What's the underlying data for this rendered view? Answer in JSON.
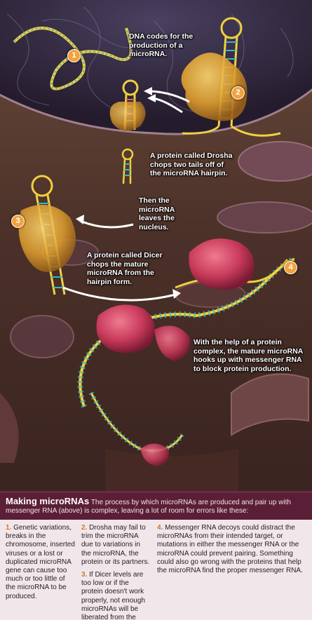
{
  "captions": {
    "step1": "DNA codes for the production of a microRNA.",
    "step2": "A protein called Drosha chops two tails off of the microRNA hairpin.",
    "step3": "Then the microRNA leaves the nucleus.",
    "step4": "A protein called Dicer chops the mature microRNA from the hairpin form.",
    "step5": "With the help of a protein complex, the mature microRNA hooks up with messenger RNA to block protein production."
  },
  "badges": [
    "1",
    "2",
    "3",
    "4"
  ],
  "panel": {
    "title": "Making microRNAs",
    "intro": "The process by which microRNAs are produced and pair up with messenger RNA (above) is complex, leaving a lot of room for errors like these:",
    "errors": [
      {
        "num": "1.",
        "text": "Genetic variations, breaks in the chromosome, inserted viruses or a lost or duplicated microRNA gene can cause too much or too little of the microRNA to be produced."
      },
      {
        "num": "2.",
        "text": "Drosha may fail to trim the microRNA due to variations in the microRNA, the protein or its partners."
      },
      {
        "num": "3.",
        "text": "If Dicer levels are too low or if the protein doesn't work properly, not enough microRNAs will be liberated from the hairpins."
      },
      {
        "num": "4.",
        "text": "Messenger RNA decoys could distract the microRNAs from their intended target, or mutations in either the messenger RNA or the microRNA could prevent pairing. Something could also go wrong with the proteins that help the microRNA find the proper messenger RNA."
      }
    ]
  },
  "colors": {
    "nucleus": "#3a2e4a",
    "cytoplasm": "#5a3a30",
    "protein": "#d84a6a",
    "enzyme": "#e8b030",
    "rna_backbone": "#f0d040",
    "panel_head": "#5a1f36",
    "accent_number": "#d0762a"
  }
}
